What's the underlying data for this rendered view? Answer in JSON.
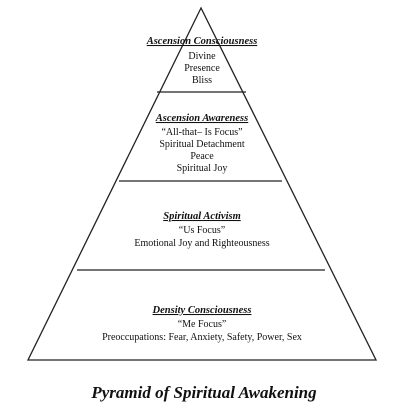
{
  "tiers": [
    {
      "title": "Ascension  Consciousness",
      "lines": [
        "Divine",
        "Presence",
        "Bliss"
      ]
    },
    {
      "title": "Ascension Awareness",
      "lines": [
        "“All-that– Is Focus”",
        "Spiritual Detachment",
        "Peace",
        "Spiritual Joy"
      ]
    },
    {
      "title": "Spiritual Activism",
      "lines": [
        "“Us Focus”",
        "Emotional Joy and Righteousness"
      ]
    },
    {
      "title": "Density Consciousness",
      "lines": [
        "“Me Focus”",
        "Preoccupations: Fear, Anxiety, Safety, Power, Sex"
      ]
    }
  ],
  "caption": "Pyramid of  Spiritual Awakening",
  "colors": {
    "line": "#222222",
    "text": "#111111",
    "background": "#ffffff"
  }
}
